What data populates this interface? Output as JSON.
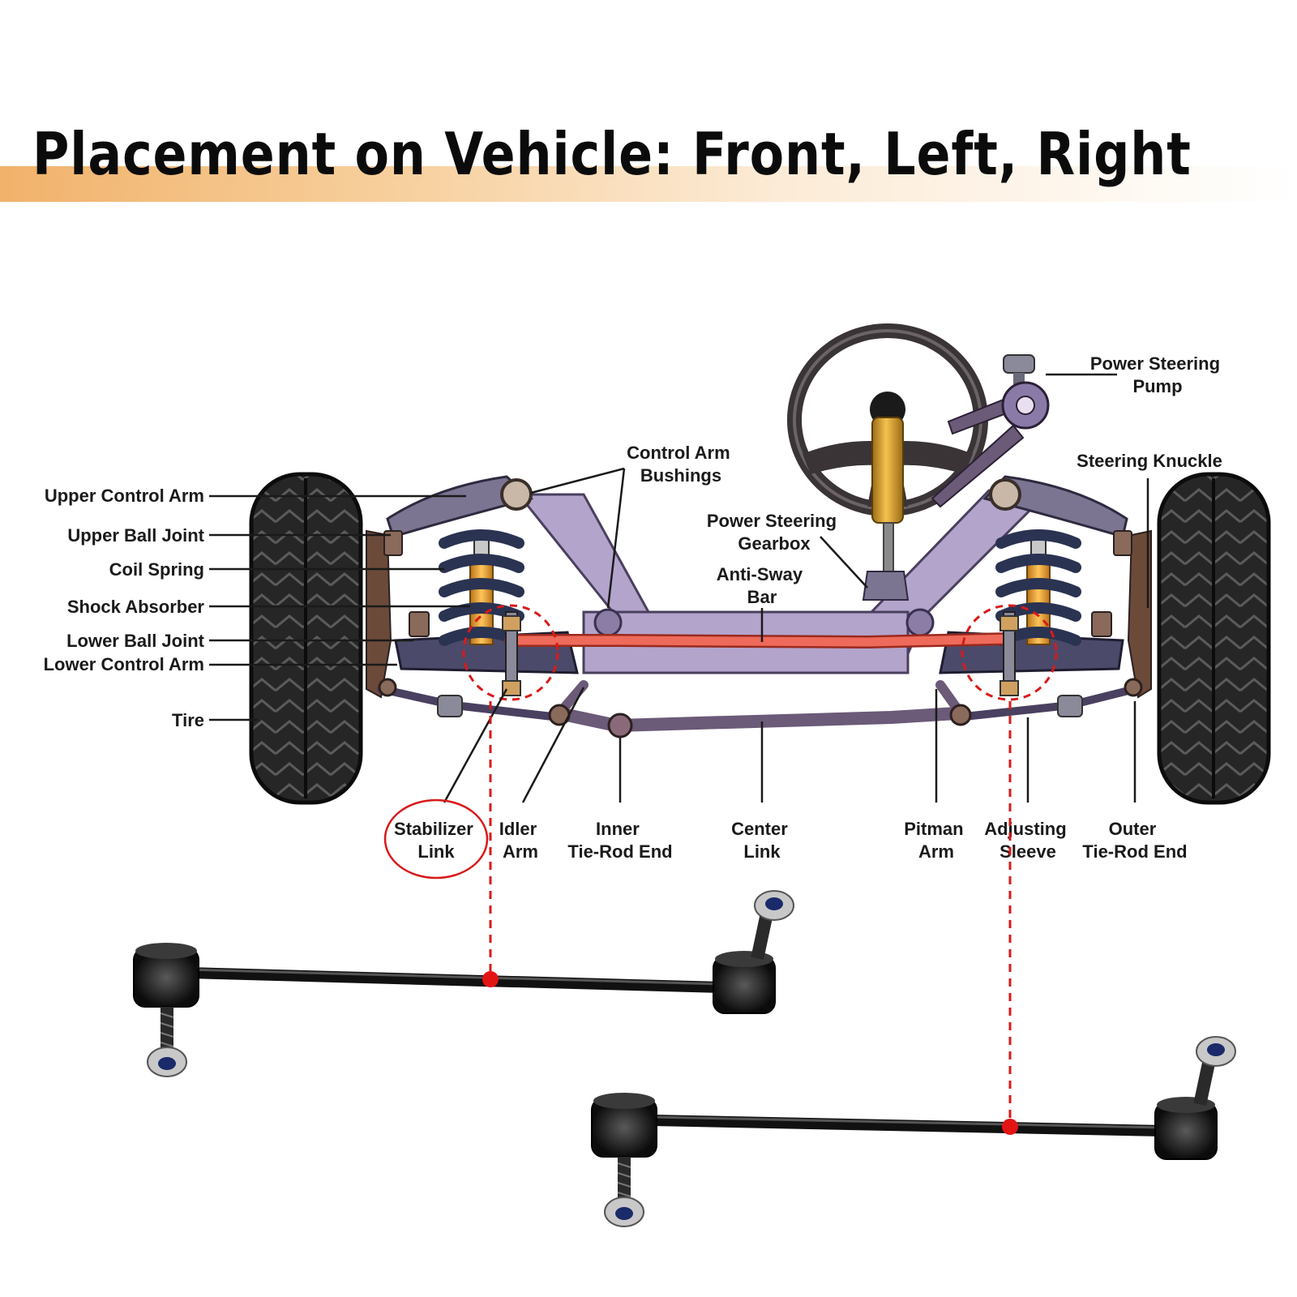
{
  "title": "Placement on Vehicle: Front, Left, Right",
  "labels": {
    "upper_control_arm": "Upper Control Arm",
    "upper_ball_joint": "Upper Ball Joint",
    "coil_spring": "Coil Spring",
    "shock_absorber": "Shock Absorber",
    "lower_ball_joint": "Lower Ball Joint",
    "lower_control_arm": "Lower Control Arm",
    "tire": "Tire",
    "control_arm_bushings": [
      "Control Arm",
      "Bushings"
    ],
    "power_steering_pump": [
      "Power Steering",
      "Pump"
    ],
    "steering_knuckle": "Steering Knuckle",
    "power_steering_gearbox": [
      "Power Steering",
      "Gearbox"
    ],
    "anti_sway_bar": [
      "Anti-Sway",
      "Bar"
    ],
    "stabilizer_link": [
      "Stabilizer",
      "Link"
    ],
    "idler_arm": [
      "Idler",
      "Arm"
    ],
    "inner_tie_rod_end": [
      "Inner",
      "Tie-Rod End"
    ],
    "center_link": [
      "Center",
      "Link"
    ],
    "pitman_arm": [
      "Pitman",
      "Arm"
    ],
    "adjusting_sleeve": [
      "Adjusting",
      "Sleeve"
    ],
    "outer_tie_rod_end": [
      "Outer",
      "Tie-Rod End"
    ]
  },
  "colors": {
    "accent_red": "#d91a1a",
    "anti_sway_bar": "#ee6a5a",
    "frame": "#b3a4cc",
    "arm": "#7c7592",
    "spring": "#2b3352",
    "shock": "#f0a32c",
    "tire": "#2a2a2a",
    "title_band": "#f1b26b"
  }
}
